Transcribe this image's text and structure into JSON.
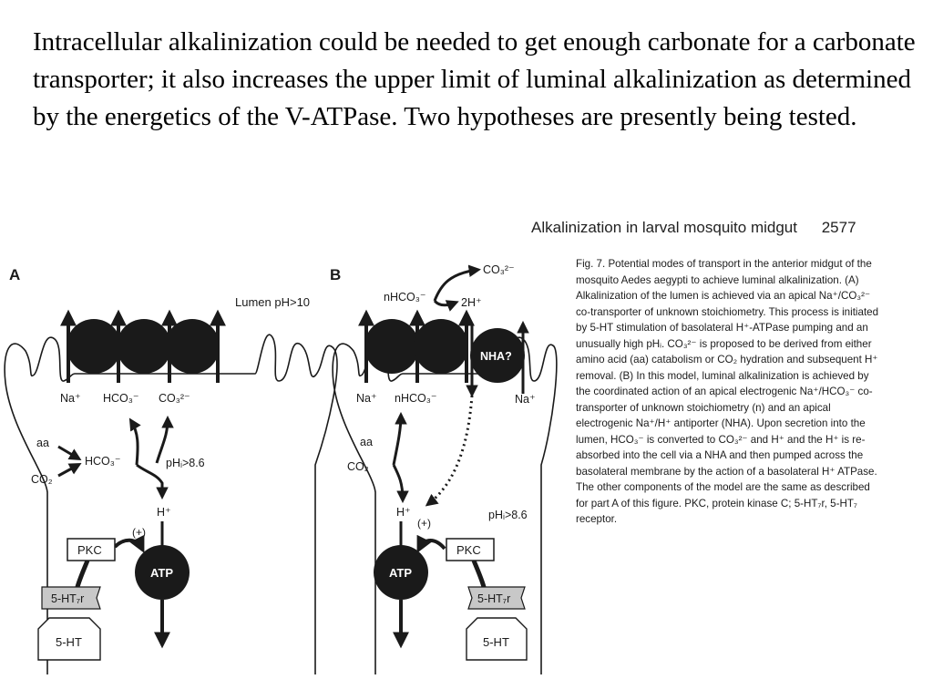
{
  "slide": {
    "text": "Intracellular alkalinization could be needed to get enough carbonate for a carbonate transporter; it also increases the upper limit of luminal alkalinization as determined by the energetics of the V-ATPase.  Two hypotheses are presently being tested."
  },
  "paper_header": {
    "title": "Alkalinization in larval mosquito midgut",
    "page": "2577"
  },
  "figure": {
    "panel_a": {
      "label": "A",
      "lumen_ph": "Lumen pH>10",
      "na": "Na⁺",
      "hco3": "HCO₃⁻",
      "co3": "CO₃²⁻",
      "aa": "aa",
      "co2": "CO₂",
      "hco3_inner": "HCO₃⁻",
      "phi": "pHᵢ>8.6",
      "h_plus": "H⁺",
      "plus": "(+)",
      "pkc": "PKC",
      "atp": "ATP",
      "receptor": "5-HT₇r",
      "ht": "5-HT"
    },
    "panel_b": {
      "label": "B",
      "co3_top": "CO₃²⁻",
      "nhco3_top": "nHCO₃⁻",
      "two_h": "2H⁺",
      "nha": "NHA?",
      "na_left": "Na⁺",
      "nhco3": "nHCO₃⁻",
      "na_right": "Na⁺",
      "aa": "aa",
      "co2": "CO₂",
      "h_plus": "H⁺",
      "plus": "(+)",
      "phi": "pHᵢ>8.6",
      "pkc": "PKC",
      "atp": "ATP",
      "receptor": "5-HT₇r",
      "ht": "5-HT"
    }
  },
  "caption": {
    "text": "Fig. 7. Potential modes of transport in the anterior midgut of the mosquito Aedes aegypti to achieve luminal alkalinization. (A) Alkalinization of the lumen is achieved via an apical Na⁺/CO₃²⁻ co-transporter of unknown stoichiometry. This process is initiated by 5-HT stimulation of basolateral H⁺-ATPase pumping and an unusually high pHᵢ. CO₃²⁻ is proposed to be derived from either amino acid (aa) catabolism or CO₂ hydration and subsequent H⁺ removal. (B) In this model, luminal alkalinization is achieved by the coordinated action of an apical electrogenic Na⁺/HCO₃⁻ co-transporter of unknown stoichiometry (n) and an apical electrogenic Na⁺/H⁺ antiporter (NHA). Upon secretion into the lumen, HCO₃⁻ is converted to CO₃²⁻ and H⁺ and the H⁺ is re-absorbed into the cell via a NHA and then pumped across the basolateral membrane by the action of a basolateral H⁺ ATPase. The other components of the model are the same as described for part A of this figure. PKC, protein kinase C; 5-HT₇r, 5-HT₇ receptor."
  }
}
